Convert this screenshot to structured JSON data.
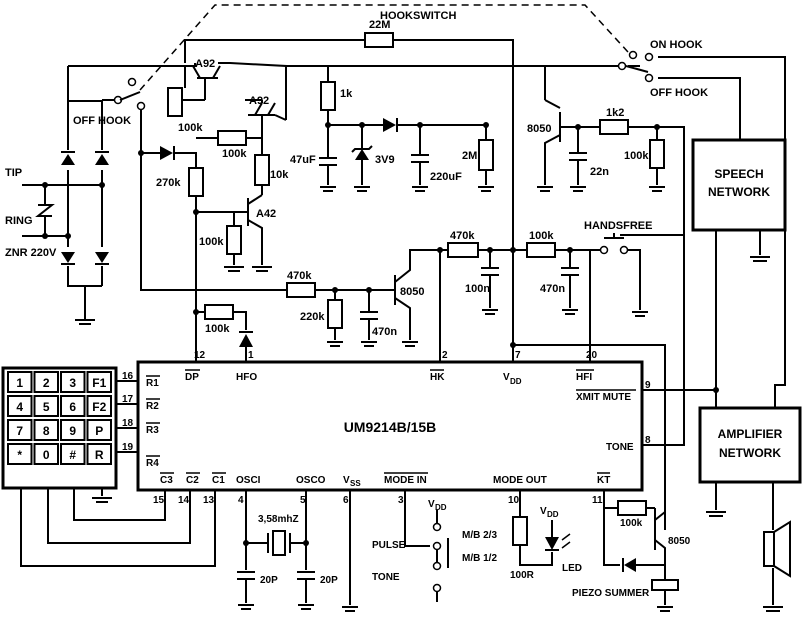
{
  "ic": {
    "name": "UM9214B/15B",
    "pins": {
      "r1": {
        "num": "16",
        "label": "R1"
      },
      "r2": {
        "num": "17",
        "label": "R2"
      },
      "r3": {
        "num": "18",
        "label": "R3"
      },
      "r4": {
        "num": "19",
        "label": "R4"
      },
      "dp": {
        "num": "12",
        "label": "DP"
      },
      "hfo": {
        "num": "1",
        "label": "HFO"
      },
      "hk": {
        "num": "2",
        "label": "HK"
      },
      "vdd": {
        "num": "7",
        "label": "V",
        "sub": "DD"
      },
      "hfi": {
        "num": "20",
        "label": "HFI"
      },
      "xmit": {
        "num": "9",
        "label": "XMIT MUTE"
      },
      "tone": {
        "num": "8",
        "label": "TONE"
      },
      "c3": {
        "num": "15",
        "label": "C3"
      },
      "c2": {
        "num": "14",
        "label": "C2"
      },
      "c1": {
        "num": "13",
        "label": "C1"
      },
      "osci": {
        "num": "4",
        "label": "OSCI"
      },
      "osco": {
        "num": "5",
        "label": "OSCO"
      },
      "vss": {
        "num": "6",
        "label": "V",
        "sub": "SS"
      },
      "modein": {
        "num": "3",
        "label": "MODE IN"
      },
      "modeout": {
        "num": "10",
        "label": "MODE OUT"
      },
      "kt": {
        "num": "11",
        "label": "KT"
      }
    }
  },
  "keypad": {
    "row1": [
      "1",
      "2",
      "3",
      "F1"
    ],
    "row2": [
      "4",
      "5",
      "6",
      "F2"
    ],
    "row3": [
      "7",
      "8",
      "9",
      "P"
    ],
    "row4": [
      "*",
      "0",
      "#",
      "R"
    ]
  },
  "labels": {
    "hookswitch": "HOOKSWITCH",
    "on_hook": "ON HOOK",
    "off_hook_right": "OFF HOOK",
    "off_hook_left": "OFF HOOK",
    "tip": "TIP",
    "ring": "RING",
    "znr": "ZNR 220V",
    "handsfree": "HANDSFREE",
    "speech": [
      "SPEECH",
      "NETWORK"
    ],
    "amplifier": [
      "AMPLIFIER",
      "NETWORK"
    ],
    "pulse": "PULSE",
    "tone": "TONE",
    "mb23": "M/B 2/3",
    "mb12": "M/B 1/2",
    "vdd_switch": {
      "v": "V",
      "sub": "DD"
    },
    "vdd_led": {
      "v": "V",
      "sub": "DD"
    },
    "led": "LED",
    "piezo": "PIEZO SUMMER",
    "crystal": "3,58mhZ"
  },
  "components": {
    "r_22m": "22M",
    "q_a92_1": "A92",
    "q_a92_2": "A92",
    "r_100k_base": "100k",
    "r_100k_mid": "100k",
    "r_1k": "1k",
    "c_47uf": "47uF",
    "z_3v9": "3V9",
    "c_220uf": "220uF",
    "r_2m": "2M",
    "q_8050_top": "8050",
    "r_1k2": "1k2",
    "c_22n": "22n",
    "r_100k_right": "100k",
    "r_270k": "270k",
    "r_10k": "10k",
    "q_a42": "A42",
    "r_100k_a42": "100k",
    "r_470k_mid": "470k",
    "r_220k": "220k",
    "c_470n_left": "470n",
    "q_8050_mid": "8050",
    "r_470k_top": "470k",
    "c_100n": "100n",
    "r_100k_hf": "100k",
    "c_470n_right": "470n",
    "r_100k_dp": "100k",
    "c_20p_1": "20P",
    "c_20p_2": "20P",
    "r_100r": "100R",
    "r_100k_kt": "100k",
    "q_8050_kt": "8050"
  }
}
